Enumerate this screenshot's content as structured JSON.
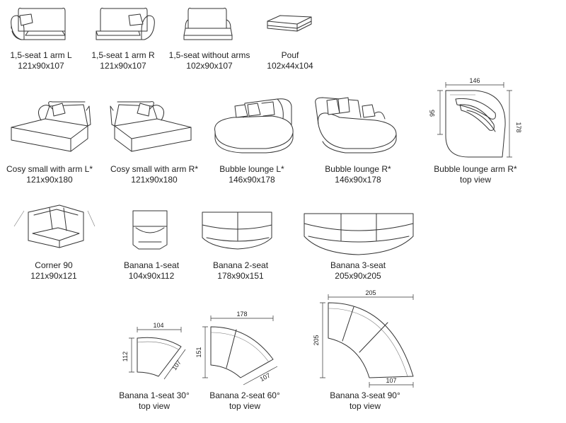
{
  "products": [
    {
      "id": "seat-1arm-l",
      "name": "1,5-seat 1 arm L",
      "dims": "121x90x107"
    },
    {
      "id": "seat-1arm-r",
      "name": "1,5-seat 1 arm R",
      "dims": "121x90x107"
    },
    {
      "id": "seat-no-arms",
      "name": "1,5-seat  without arms",
      "dims": "102x90x107"
    },
    {
      "id": "pouf",
      "name": "Pouf",
      "dims": "102x44x104"
    },
    {
      "id": "cosy-l",
      "name": "Cosy small with arm L*",
      "dims": "121x90x180"
    },
    {
      "id": "cosy-r",
      "name": "Cosy small with arm R*",
      "dims": "121x90x180"
    },
    {
      "id": "bubble-l",
      "name": "Bubble lounge L*",
      "dims": "146x90x178"
    },
    {
      "id": "bubble-r",
      "name": "Bubble lounge R*",
      "dims": "146x90x178"
    },
    {
      "id": "bubble-top",
      "name": "Bubble lounge arm R*",
      "dims": "top view"
    },
    {
      "id": "corner-90",
      "name": "Corner 90",
      "dims": "121x90x121"
    },
    {
      "id": "banana-1",
      "name": "Banana 1-seat",
      "dims": "104x90x112"
    },
    {
      "id": "banana-2",
      "name": "Banana 2-seat",
      "dims": "178x90x151"
    },
    {
      "id": "banana-3",
      "name": "Banana 3-seat",
      "dims": "205x90x205"
    },
    {
      "id": "banana-1-top",
      "name": "Banana 1-seat  30°",
      "dims": "top view"
    },
    {
      "id": "banana-2-top",
      "name": "Banana 2-seat  60°",
      "dims": "top view"
    },
    {
      "id": "banana-3-top",
      "name": "Banana 3-seat  90°",
      "dims": "top view"
    }
  ],
  "dimension_labels": {
    "bubble_top": {
      "width": "146",
      "depth": "95",
      "length": "178"
    },
    "banana1_top": {
      "width": "104",
      "height": "112",
      "side": "107"
    },
    "banana2_top": {
      "width": "178",
      "height": "151",
      "side": "107"
    },
    "banana3_top": {
      "width": "205",
      "height": "205",
      "side": "107"
    }
  }
}
